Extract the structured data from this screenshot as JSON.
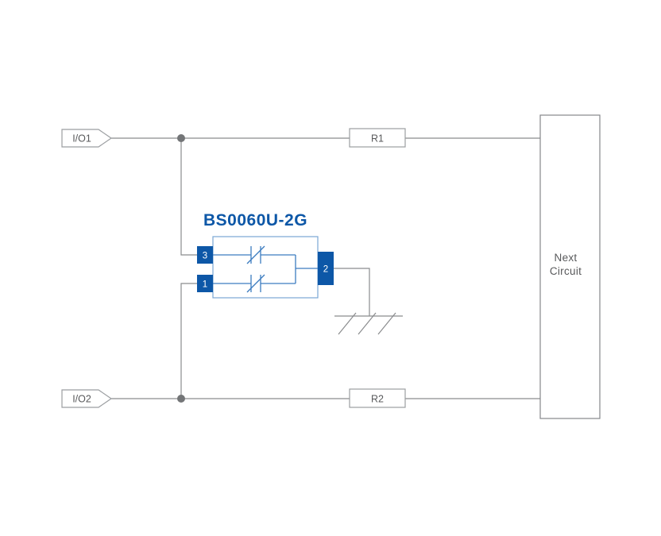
{
  "diagram": {
    "part_label": "BS0060U-2G",
    "io": {
      "io1": "I/O1",
      "io2": "I/O2"
    },
    "resistors": {
      "r1": "R1",
      "r2": "R2"
    },
    "next_circuit": {
      "line1": "Next",
      "line2": "Circuit"
    },
    "pins": {
      "pin3": "3",
      "pin1": "1",
      "pin2": "2"
    },
    "colors": {
      "accent_blue": "#0d57a7",
      "inner_circuit_blue": "#3c7cc0",
      "component_body_blue": "#7aa7d4",
      "wire_gray": "#8a8c8e",
      "text_gray": "#58595b",
      "background": "#ffffff"
    }
  }
}
